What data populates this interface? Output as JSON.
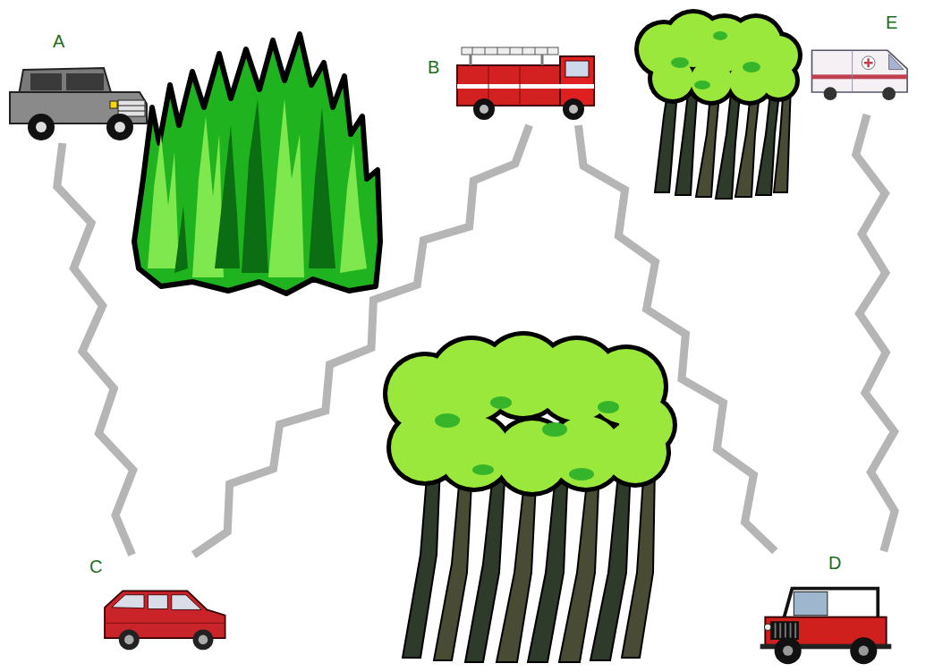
{
  "diagram": {
    "nodes": [
      {
        "text": [
          "A"
        ]
      },
      {
        "text": [
          "B"
        ]
      },
      {
        "text": [
          "E"
        ]
      },
      {
        "text": [
          "C"
        ]
      },
      {
        "text": [
          "D"
        ]
      }
    ],
    "edges": [
      {
        "from": 0,
        "to": 3,
        "arrow": "none"
      },
      {
        "from": 3,
        "to": 1,
        "arrow": "none"
      },
      {
        "from": 1,
        "to": 4,
        "arrow": "none"
      },
      {
        "from": 2,
        "to": 4,
        "arrow": "none"
      }
    ]
  }
}
